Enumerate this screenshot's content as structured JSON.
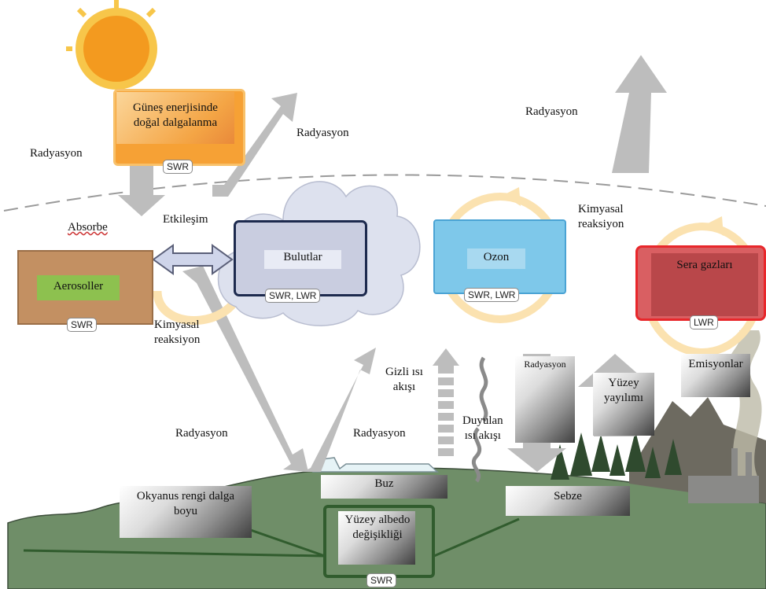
{
  "labels": {
    "radiation_top_left": "Radyasyon",
    "radiation_top_mid": "Radyasyon",
    "radiation_top_right": "Radyasyon",
    "absorb": "Absorbe",
    "interaction": "Etkileşim",
    "chem_reaction_left_1": "Kimyasal",
    "chem_reaction_left_2": "reaksiyon",
    "chem_reaction_right_1": "Kimyasal",
    "chem_reaction_right_2": "reaksiyon",
    "latent_heat_1": "Gizli ısı",
    "latent_heat_2": "akışı",
    "sensible_heat_1": "Duyulan",
    "sensible_heat_2": "ısı akışı",
    "radiation_bottom_left": "Radyasyon",
    "radiation_bottom_mid": "Radyasyon"
  },
  "boxes": {
    "sun": {
      "line1": "Güneş enerjisinde",
      "line2": "doğal dalgalanma",
      "tag": "SWR"
    },
    "aerosols": {
      "label": "Aerosoller",
      "tag": "SWR"
    },
    "clouds": {
      "label": "Bulutlar",
      "tag": "SWR, LWR"
    },
    "ozone": {
      "label": "Ozon",
      "tag": "SWR, LWR"
    },
    "ghg": {
      "label": "Sera gazları",
      "tag": "LWR"
    },
    "albedo": {
      "line1": "Yüzey albedo",
      "line2": "değişikliği",
      "tag": "SWR"
    }
  },
  "gradient_labels": {
    "radiation": "Radyasyon",
    "surface_1": "Yüzey",
    "surface_2": "yayılımı",
    "emissions": "Emisyonlar",
    "ice": "Buz",
    "vegetation": "Sebze",
    "ocean_1": "Okyanus rengi dalga",
    "ocean_2": "boyu"
  },
  "colors": {
    "sun": "#f6a135",
    "aerosols": "#c39062",
    "clouds": "#c9cde0",
    "ozone": "#7ec8ea",
    "ghg": "#c84a4c",
    "ground": "#6f8e68",
    "arrow": "#bdbdbd"
  }
}
